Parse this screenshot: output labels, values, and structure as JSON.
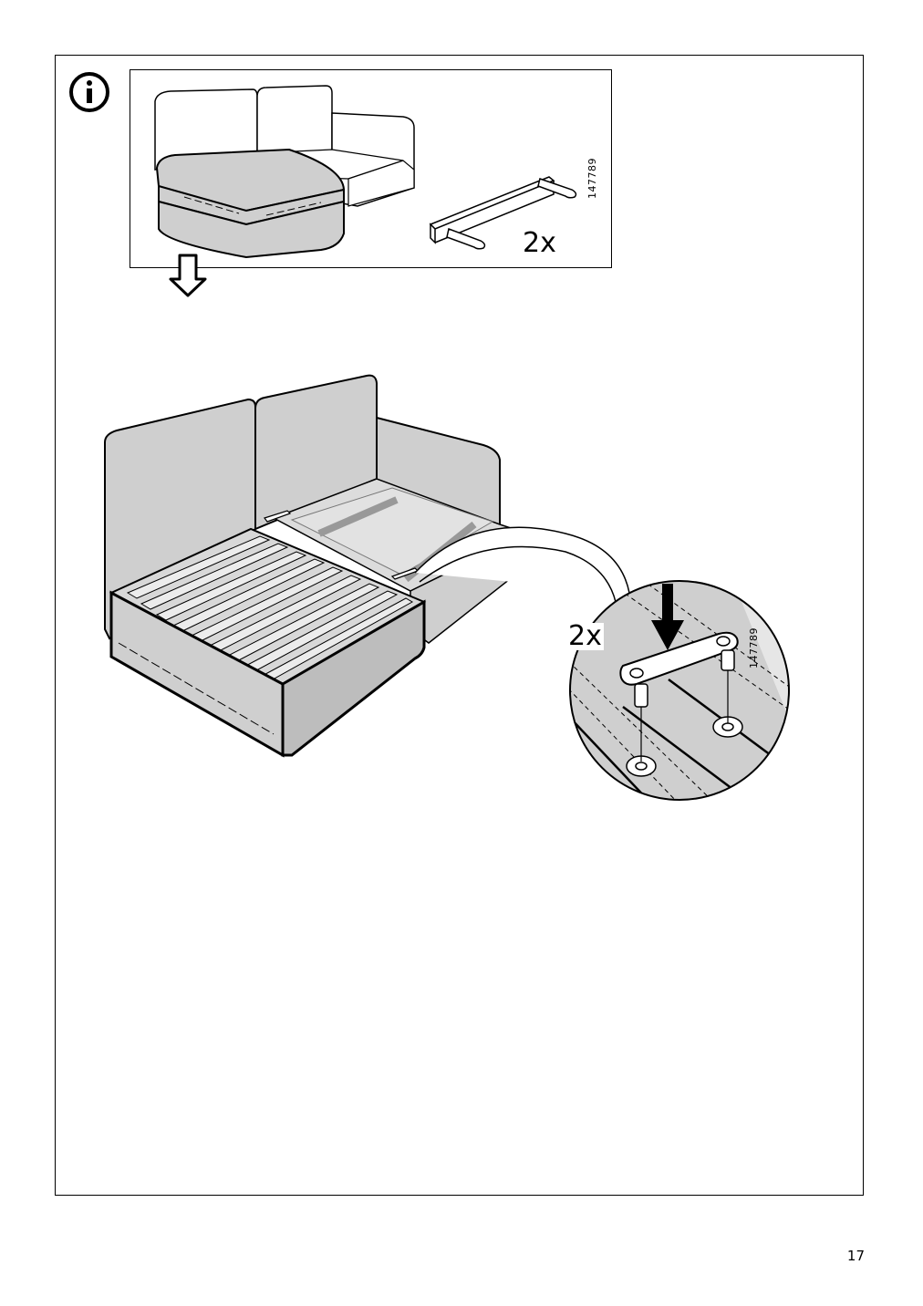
{
  "info_box": {
    "quantity": "2x",
    "part_number": "147789"
  },
  "detail": {
    "quantity": "2x",
    "part_number": "147789"
  },
  "page": {
    "number": "17"
  },
  "colors": {
    "fabric": "#cfcfcf",
    "fabric_dark": "#bdbdbd",
    "outline": "#000000",
    "background": "#ffffff"
  }
}
